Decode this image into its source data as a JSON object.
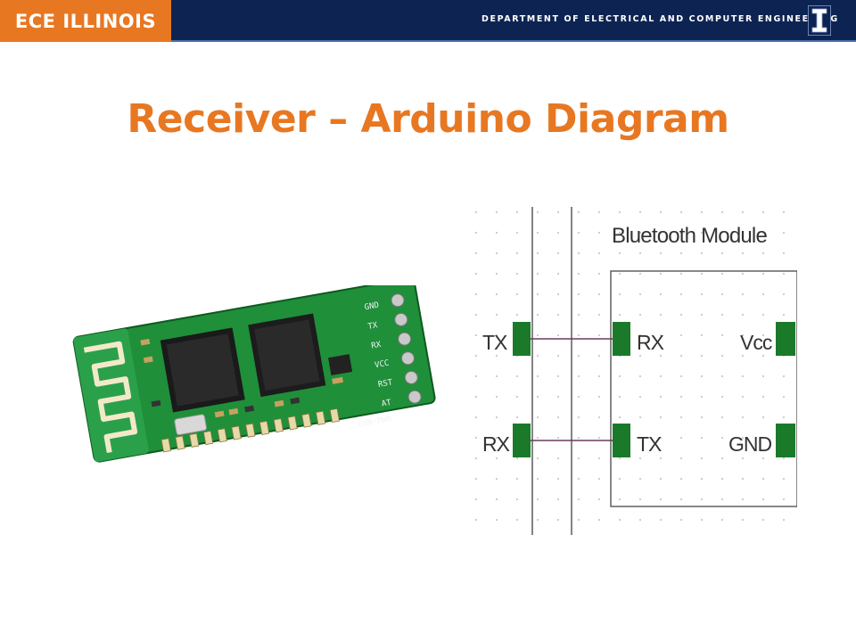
{
  "header": {
    "brand": "ECE ILLINOIS",
    "department": "DEPARTMENT OF ELECTRICAL AND COMPUTER ENGINEERING",
    "logo_icon": "illinois-block-i-icon",
    "colors": {
      "brand_orange": "#e87722",
      "navy": "#0d2453"
    }
  },
  "slide": {
    "title": "Receiver – Arduino Diagram"
  },
  "schematic": {
    "module_label": "Bluetooth Module",
    "left_pins": [
      "TX",
      "RX"
    ],
    "module_left_pins": [
      "RX",
      "TX"
    ],
    "module_right_pins": [
      "Vcc",
      "GND"
    ],
    "pin_color": "#1a7a2a"
  },
  "photo": {
    "silkscreen": {
      "side_labels": [
        "GND",
        "TX",
        "RX",
        "VCC",
        "RST",
        "AT"
      ],
      "bottom_label": "CON-PWR"
    }
  }
}
